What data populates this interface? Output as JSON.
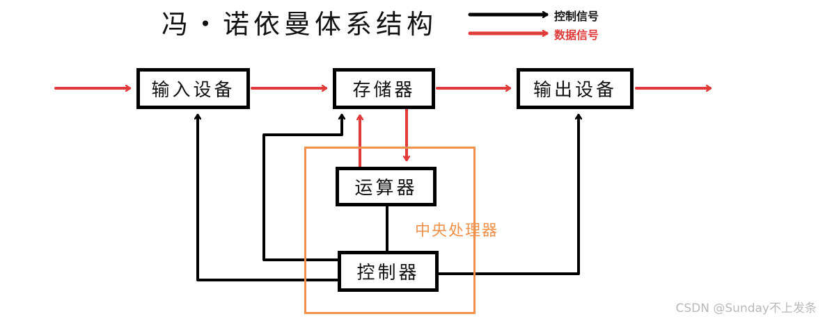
{
  "diagram": {
    "title": "冯・诺依曼体系结构",
    "legend": {
      "control_signal": {
        "label": "控制信号",
        "color": "#000000"
      },
      "data_signal": {
        "label": "数据信号",
        "color": "#e03a3a"
      }
    },
    "components": {
      "input_device": "输入设备",
      "memory": "存储器",
      "output_device": "输出设备",
      "alu": "运算器",
      "controller": "控制器"
    },
    "group": {
      "label": "中央处理器",
      "color": "#f0904a",
      "members": [
        "运算器",
        "控制器"
      ]
    },
    "connections": [
      {
        "from": "external",
        "to": "输入设备",
        "type": "data"
      },
      {
        "from": "输入设备",
        "to": "存储器",
        "type": "data"
      },
      {
        "from": "存储器",
        "to": "输出设备",
        "type": "data"
      },
      {
        "from": "输出设备",
        "to": "external",
        "type": "data"
      },
      {
        "from": "运算器",
        "to": "存储器",
        "type": "data"
      },
      {
        "from": "存储器",
        "to": "运算器",
        "type": "data"
      },
      {
        "from": "控制器",
        "to": "输入设备",
        "type": "control"
      },
      {
        "from": "控制器",
        "to": "存储器",
        "type": "control"
      },
      {
        "from": "控制器",
        "to": "输出设备",
        "type": "control"
      },
      {
        "from": "控制器",
        "to": "运算器",
        "type": "control-link"
      }
    ]
  },
  "watermark": "CSDN @Sunday不上发条"
}
